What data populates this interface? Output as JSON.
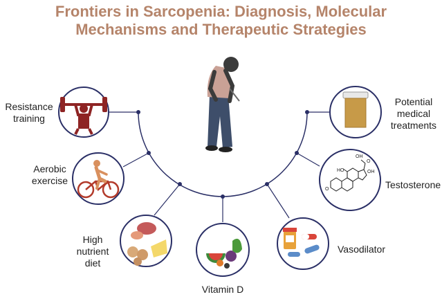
{
  "title": {
    "line1": "Frontiers in Sarcopenia: Diagnosis, Molecular",
    "line2": "Mechanisms and Therapeutic Strategies"
  },
  "nodes": {
    "resistance_training": {
      "line1": "Resistance",
      "line2": "training"
    },
    "aerobic_exercise": {
      "line1": "Aerobic",
      "line2": "exercise"
    },
    "high_nutrient_diet": {
      "line1": "High",
      "line2": "nutrient",
      "line3": "diet"
    },
    "vitamin_d": {
      "label": "Vitamin D"
    },
    "vasodilator": {
      "label": "Vasodilator"
    },
    "testosterone": {
      "label": "Testosterone"
    },
    "potential_medical_treatments": {
      "line1": "Potential",
      "line2": "medical",
      "line3": "treatments"
    }
  },
  "molecule_labels": {
    "ho_left": "HO",
    "oh_top": "OH",
    "o_top": "O",
    "oh_right": "OH",
    "o_left": "O"
  },
  "colors": {
    "title": "#b5846a",
    "lines": "#2a2f66",
    "circle_border": "#2a2f66",
    "text": "#1e1e1e",
    "figure_dark": "#3b3b3b",
    "jeans": "#3e4e6a",
    "shirt": "#c9a196",
    "accent_red": "#8e2424",
    "bike_red": "#b23a2a",
    "skin": "#d9905e",
    "bottle": "#c79a48"
  }
}
